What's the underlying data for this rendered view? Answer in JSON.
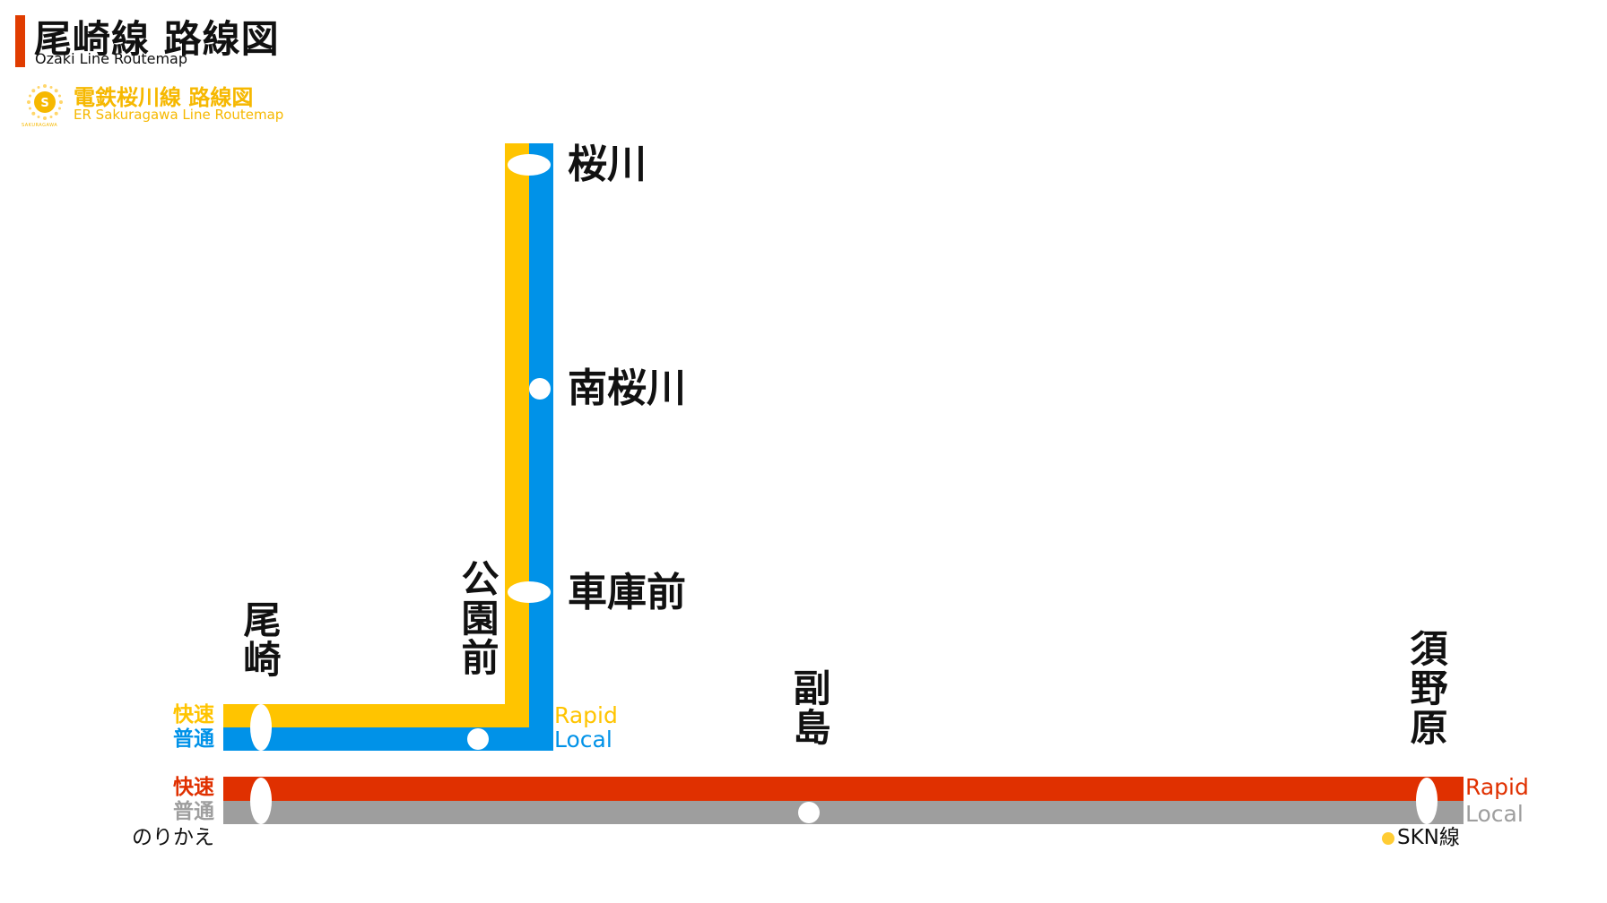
{
  "header": {
    "title": "尾崎線 路線図",
    "subtitle": "Ozaki Line Routemap",
    "brand_title": "電鉄桜川線 路線図",
    "brand_subtitle": "ER Sakuragawa Line Routemap",
    "logo_letter": "S",
    "logo_caption": "SAKURAGAWA"
  },
  "colors": {
    "rapid_yellow": "#ffc400",
    "local_blue": "#0092e8",
    "rapid_red": "#e03000",
    "local_gray": "#9e9e9e",
    "accent": "#e03c00",
    "brand": "#f6b800"
  },
  "sakuragawa_line": {
    "stations": [
      "桜川",
      "南桜川",
      "車庫前",
      "公園前",
      "尾崎"
    ],
    "legend_rapid_ja": "快速",
    "legend_local_ja": "普通",
    "legend_rapid_en": "Rapid",
    "legend_local_en": "Local"
  },
  "ozaki_line": {
    "stations": [
      "尾崎",
      "副島",
      "須野原"
    ],
    "legend_rapid_ja": "快速",
    "legend_local_ja": "普通",
    "legend_rapid_en": "Rapid",
    "legend_local_en": "Local",
    "transfer_note": "のりかえ",
    "skn_note": "SKN線"
  }
}
